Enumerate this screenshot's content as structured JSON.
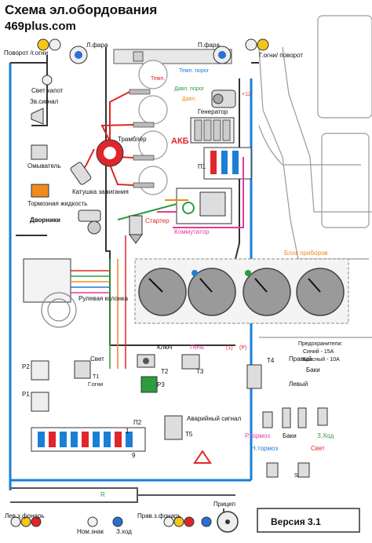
{
  "header": {
    "title": "Схема эл.обордования",
    "site": "469plus.com"
  },
  "version": "Версия 3.1",
  "fuses_note": {
    "line1": "Предохранители:",
    "line2": "Синий - 15А",
    "line3": "Красный - 10А"
  },
  "labels": {
    "left_turn": "Поворот /г.огни",
    "left_headlight": "Л.фара",
    "right_headlight": "П.фара",
    "right_turn": "Г.огни/ поворот",
    "hood_light": "Свет капот",
    "temp_threshold": "Темп. порог",
    "horn": "Зв.сигнал",
    "temp": "Темп.",
    "oil_threshold": "Давл. порог",
    "oil_pressure": "Давл.",
    "generator": "Генератор",
    "plus12": "+12",
    "distributor": "Трамблёр",
    "akb": "АКБ",
    "washer": "Омыватель",
    "p1_block": "П1",
    "brake_fluid": "Тормозная жидкость",
    "ignition_coil": "Катушка зажигания",
    "starter": "Стартер",
    "commutator": "Коммутатор",
    "wipers": "Дворники",
    "instrument_block": "Блок приборов",
    "steering_column": "Рулевая колонка",
    "key": "Ключ",
    "stove": "Печь",
    "light_switch": "Свет",
    "t1": "Т1",
    "fog_lights": "Г.огни",
    "t2": "Т2",
    "p3": "Р3",
    "t3": "Т3",
    "t4": "Т4",
    "p2_relay": "Р2",
    "p1_relay": "Р1",
    "right_tank": "Правый",
    "tanks": "Баки",
    "left_tank": "Левый",
    "p2_block": "П2",
    "hazard": "Аварийный сигнал",
    "t5": "Т5",
    "brake_switch": "Р.тормоз",
    "tanks2": "Баки",
    "reverse": "З.Ход",
    "handbrake": "Н.тормоз",
    "light2": "Свет",
    "trailer": "Прицеп",
    "left_rear": "Лев.з.фонарь",
    "plate": "Ном.знак",
    "right_rear": "Прав.з.фонарь",
    "reverse2": "З.ход",
    "s_mark": "S",
    "r_mark": "R",
    "fuse_p": "(P)",
    "fuse_1": "(1)",
    "num_1": "1",
    "num_9": "9"
  },
  "colors": {
    "border_blue": "#1a7fd6",
    "red": "#e0262b",
    "green": "#2e9c3c",
    "pink": "#e6399b",
    "orange": "#f08a1d",
    "black": "#111111",
    "gray": "#8a8a8a"
  }
}
